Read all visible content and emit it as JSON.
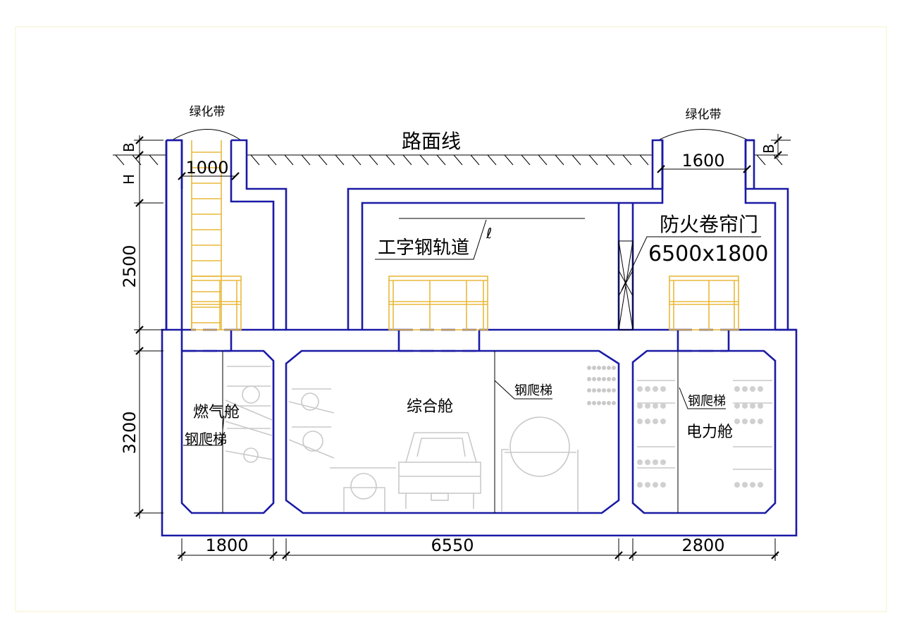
{
  "labels": {
    "green_belt_left": "绿化带",
    "green_belt_right": "绿化带",
    "road_surface": "路面线",
    "i_beam_rail": "工字钢轨道",
    "i_beam_rail_mark": "ℓ",
    "fire_door": "防火卷帘门",
    "fire_door_size": "6500x1800",
    "gas_cabin": "燃气舱",
    "ladder_gas": "钢爬梯",
    "combined_cabin": "综合舱",
    "ladder_combined": "钢爬梯",
    "ladder_power": "钢爬梯",
    "power_cabin": "电力舱"
  },
  "dimensions": {
    "B_left": "B",
    "H_left": "H",
    "B_right": "B",
    "d_1000": "1000",
    "d_1600": "1600",
    "d_2500": "2500",
    "d_3200": "3200",
    "d_1800": "1800",
    "d_6550": "6550",
    "d_2800": "2800"
  },
  "colors": {
    "structure": "#1a1aa6",
    "steel_frame": "#e8b93a",
    "dimension": "#000000",
    "equipment": "#c9c9c9"
  }
}
